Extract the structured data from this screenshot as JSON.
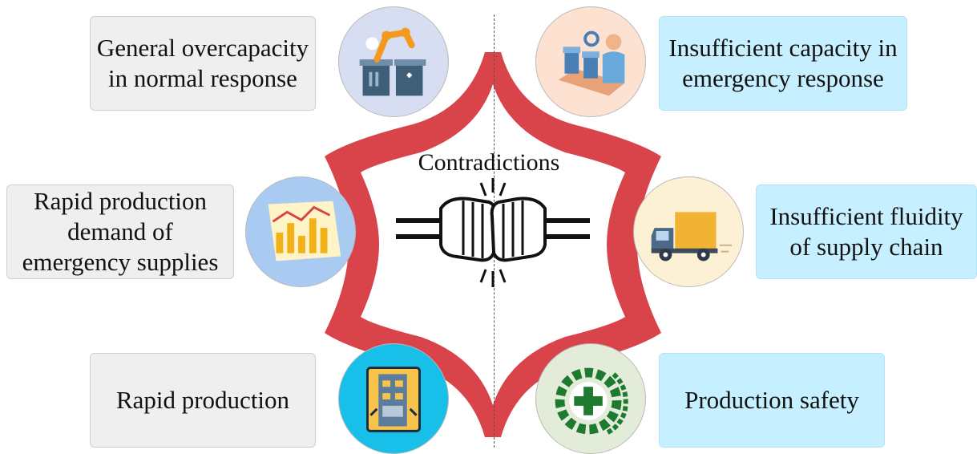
{
  "center": {
    "label": "Contradictions"
  },
  "left_boxes": [
    {
      "text": "General overcapacity\nin normal response"
    },
    {
      "text": "Rapid production\ndemand of\nemergency supplies"
    },
    {
      "text": "Rapid production"
    }
  ],
  "right_boxes": [
    {
      "text": "Insufficient capacity in\nemergency response"
    },
    {
      "text": "Insufficient fluidity\nof supply chain"
    },
    {
      "text": "Production safety"
    }
  ],
  "icons": [
    "robot-arm-factory-icon",
    "production-line-worker-icon",
    "bar-chart-icon",
    "delivery-truck-icon",
    "factory-building-icon",
    "safety-cross-gear-icon"
  ],
  "colors": {
    "frame_red": "#d9434a",
    "left_box_bg": "#efefef",
    "right_box_bg": "#c6efff"
  }
}
